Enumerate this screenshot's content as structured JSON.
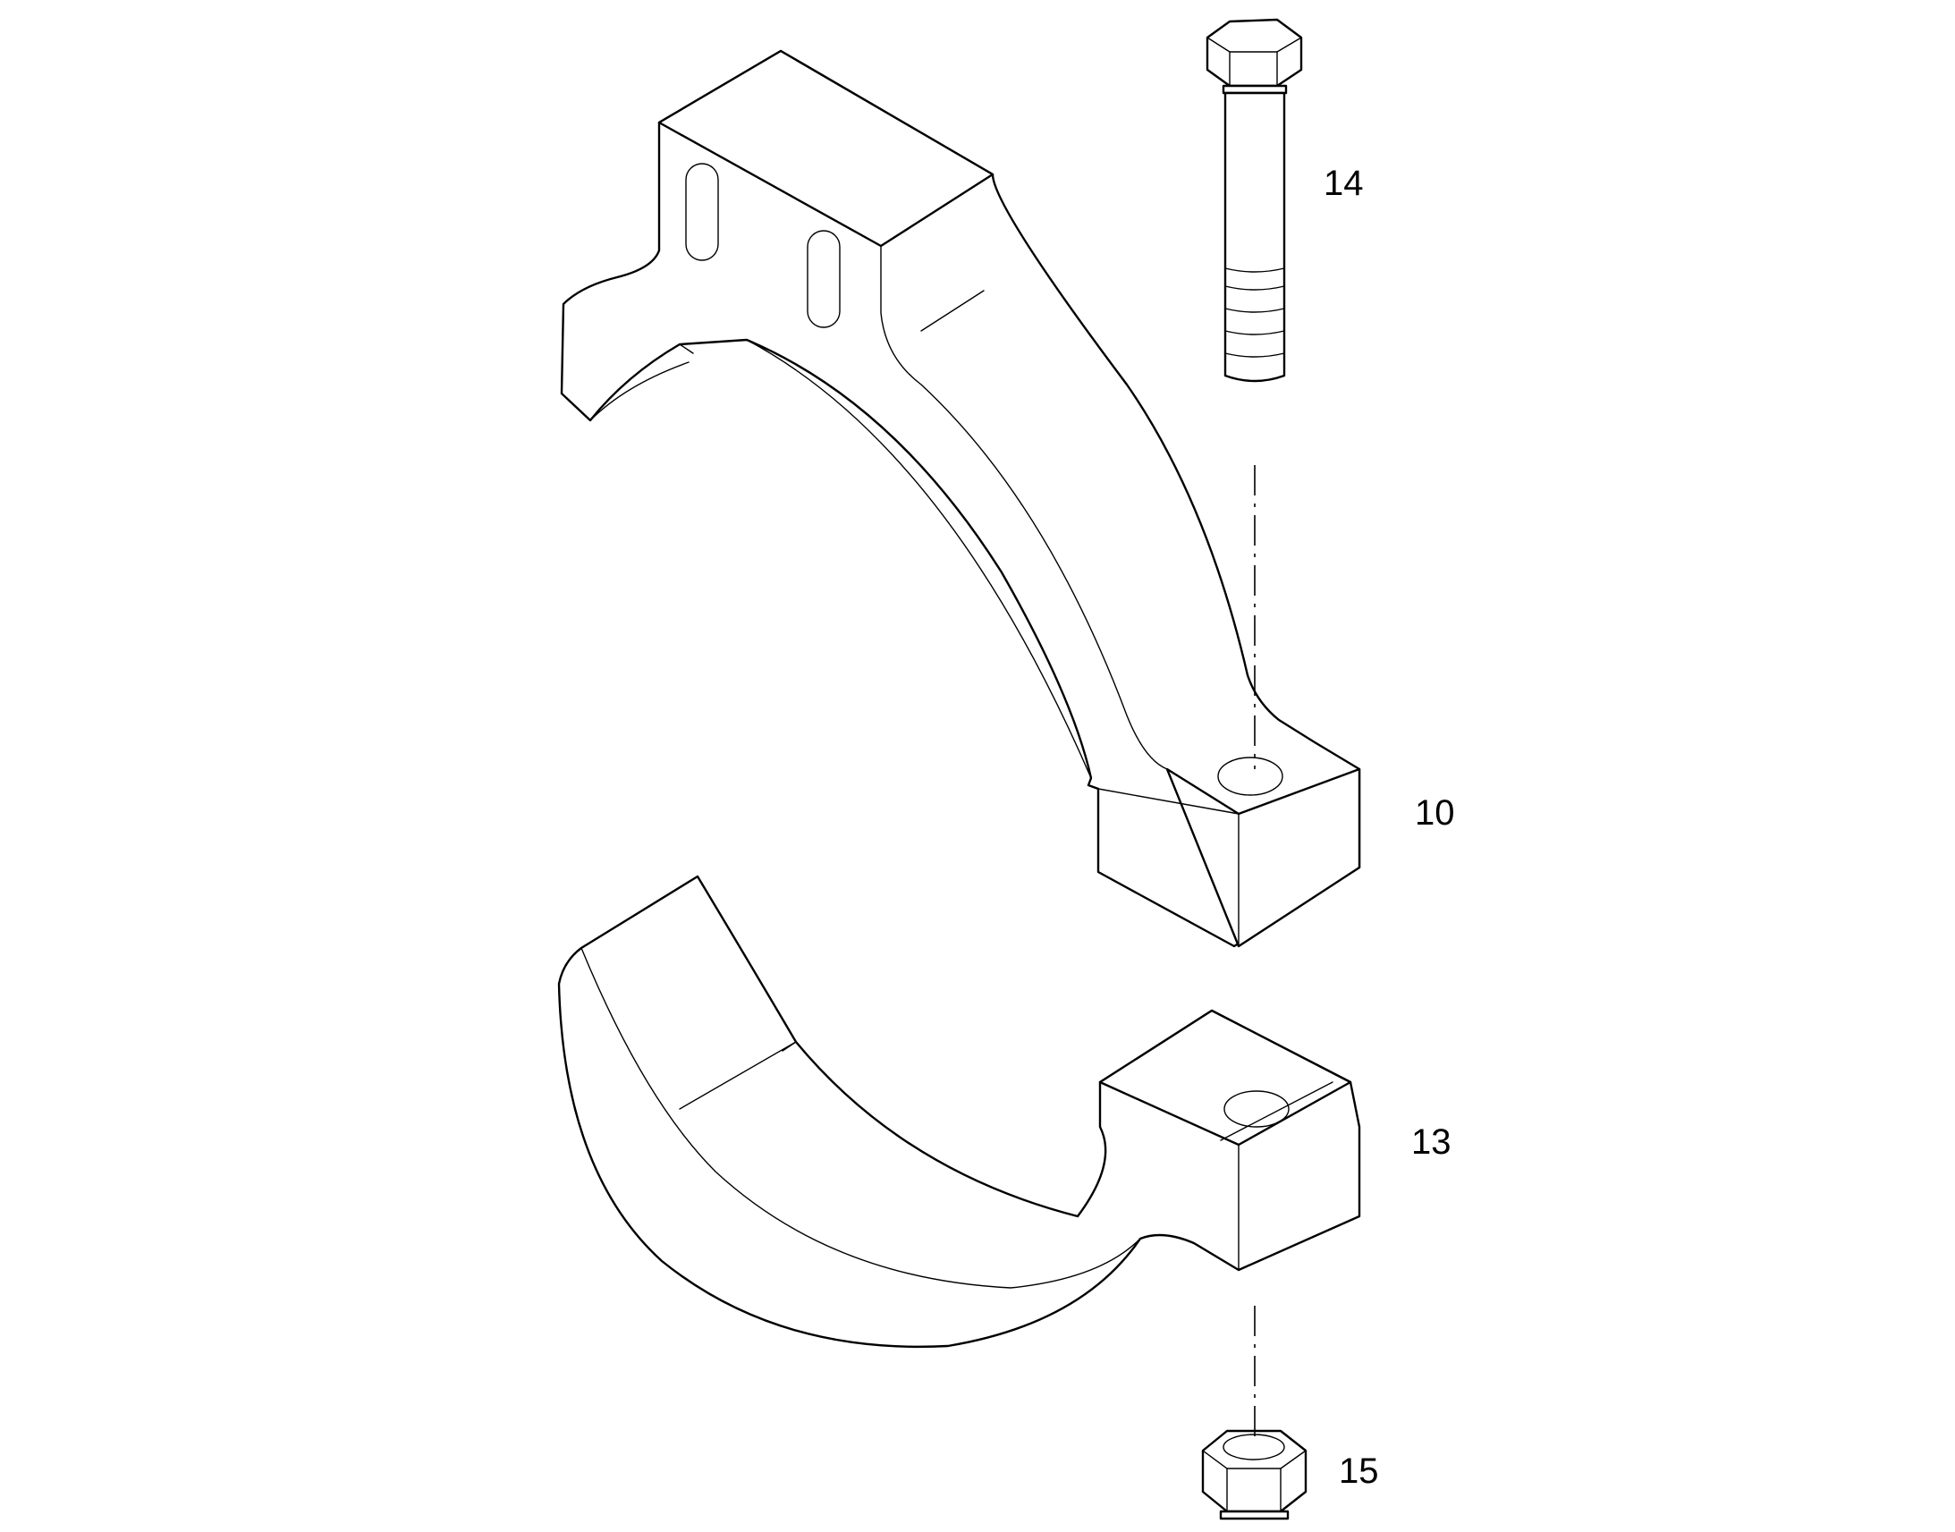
{
  "callouts": {
    "bolt": "14",
    "upper_clamp": "10",
    "lower_clamp": "13",
    "nut": "15"
  },
  "colors": {
    "line": "#000000",
    "background": "#ffffff"
  }
}
